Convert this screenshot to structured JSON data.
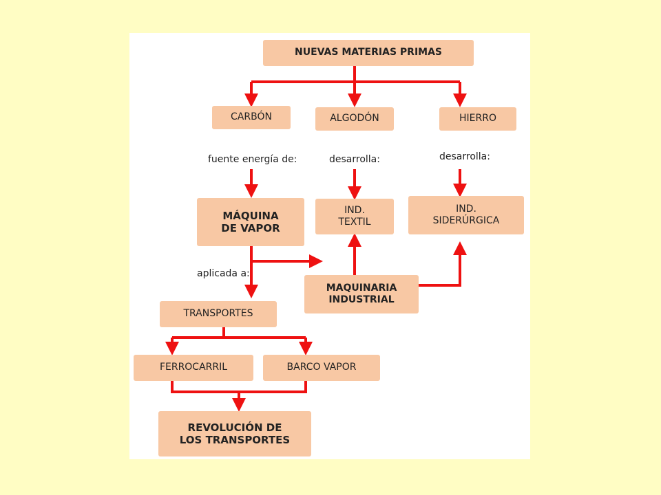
{
  "boxes": {
    "nuevas": "NUEVAS MATERIAS PRIMAS",
    "carbon": "CARBÓN",
    "algodon": "ALGODÓN",
    "hierro": "HIERRO",
    "maquina_vapor": "MÁQUINA\nDE VAPOR",
    "ind_textil": "IND.\nTEXTIL",
    "ind_siderurgica": "IND.\nSIDERÚRGICA",
    "maquinaria": "MAQUINARIA\nINDUSTRIAL",
    "transportes": "TRANSPORTES",
    "ferrocarril": "FERROCARRIL",
    "barco": "BARCO VAPOR",
    "revolucion": "REVOLUCIÓN DE\nLOS TRANSPORTES"
  },
  "labels": {
    "fuente": "fuente energía de:",
    "desarrolla1": "desarrolla:",
    "desarrolla2": "desarrolla:",
    "aplicada": "aplicada a:"
  },
  "colors": {
    "page_background": "#fffdc4",
    "panel_background": "#ffffff",
    "box_fill": "#f8c8a4",
    "arrow": "#ee1111"
  }
}
